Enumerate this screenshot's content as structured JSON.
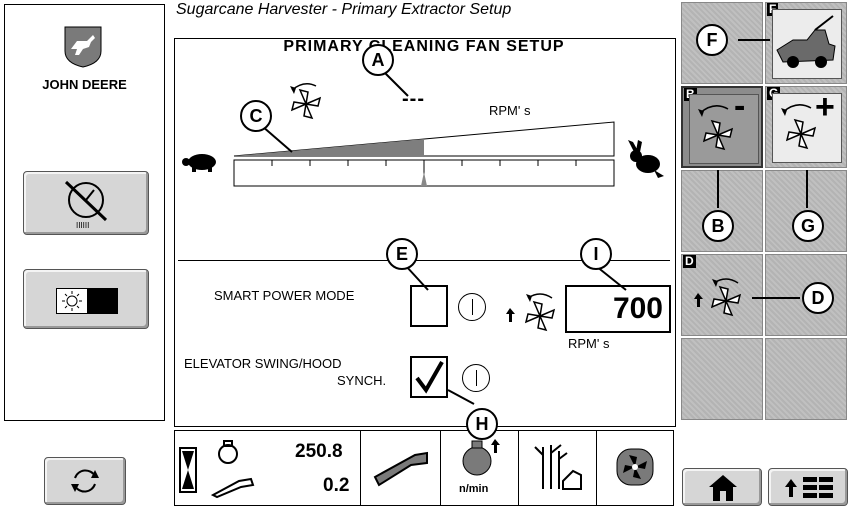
{
  "window": {
    "title": "Sugarcane Harvester - Primary Extractor Setup"
  },
  "brand": {
    "name": "JOHN DEERE"
  },
  "fan_setup": {
    "heading": "PRIMARY CLEANING FAN SETUP",
    "speed_value": "---",
    "speed_unit": "RPM' s",
    "slider_position": 0.5,
    "slider_fill": 0.5
  },
  "smart_power": {
    "label": "SMART POWER MODE",
    "checked": false
  },
  "rpm_display": {
    "value": "700",
    "unit": "RPM' s"
  },
  "elevator": {
    "label_line1": "ELEVATOR SWING/HOOD",
    "label_line2": "SYNCH.",
    "checked": true
  },
  "softkeys": [
    {
      "letter": "F",
      "icon": "harvester-icon"
    },
    {
      "letter": "B",
      "icon": "fan-decrease-icon",
      "symbol": "-"
    },
    {
      "letter": "G",
      "icon": "fan-increase-icon",
      "symbol": "+"
    },
    {
      "letter": "D",
      "icon": "fan-boost-icon"
    }
  ],
  "callouts": [
    "A",
    "B",
    "C",
    "D",
    "E",
    "F",
    "G",
    "H",
    "I"
  ],
  "status_bar": {
    "top_value": "250.8",
    "bottom_value": "0.2",
    "rpm_unit": "n/min"
  },
  "colors": {
    "button_gray": "#bdbdbd",
    "button_selected": "#8c8c8c",
    "accent": "#000000"
  }
}
